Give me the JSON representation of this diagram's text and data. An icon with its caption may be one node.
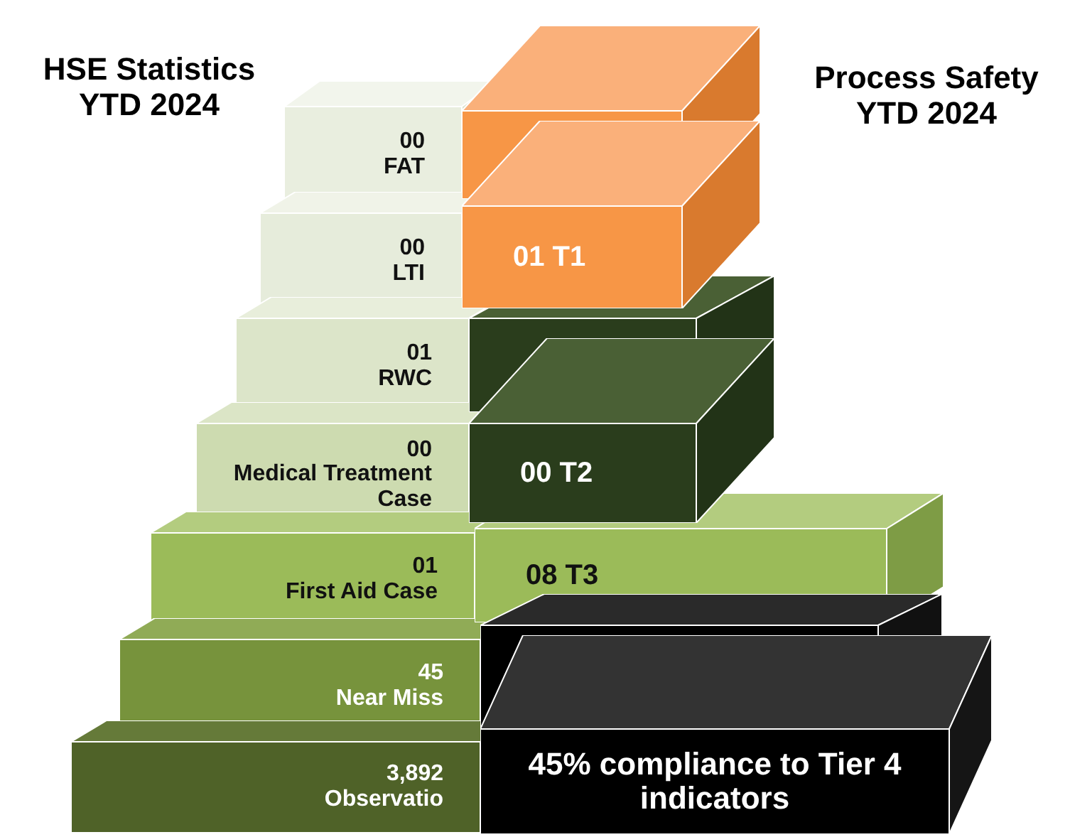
{
  "diagram": {
    "nodes": [
      {
        "text": [
          "00",
          "FAT"
        ]
      },
      {
        "text": [
          "00",
          "LTI"
        ]
      },
      {
        "text": [
          "01",
          "RWC"
        ]
      },
      {
        "text": [
          "00",
          "Medical Treatment Case"
        ]
      },
      {
        "text": [
          "01",
          "First Aid Case"
        ]
      },
      {
        "text": [
          "45",
          "Near Miss"
        ]
      },
      {
        "text": [
          "3,892",
          "Observatio"
        ]
      },
      {
        "text": [],
        "shape": "box"
      },
      {
        "text": [
          "01 T1"
        ]
      },
      {
        "text": [],
        "shape": "box"
      },
      {
        "text": [
          "00 T2"
        ]
      },
      {
        "text": [
          "08 T3"
        ]
      },
      {
        "text": [],
        "shape": "box"
      },
      {
        "text": [
          "45% compliance to Tier 4 indicators"
        ]
      }
    ],
    "edges": [],
    "labels": [
      "HSE Statistics YTD 2024",
      "Process Safety YTD 2024"
    ]
  }
}
